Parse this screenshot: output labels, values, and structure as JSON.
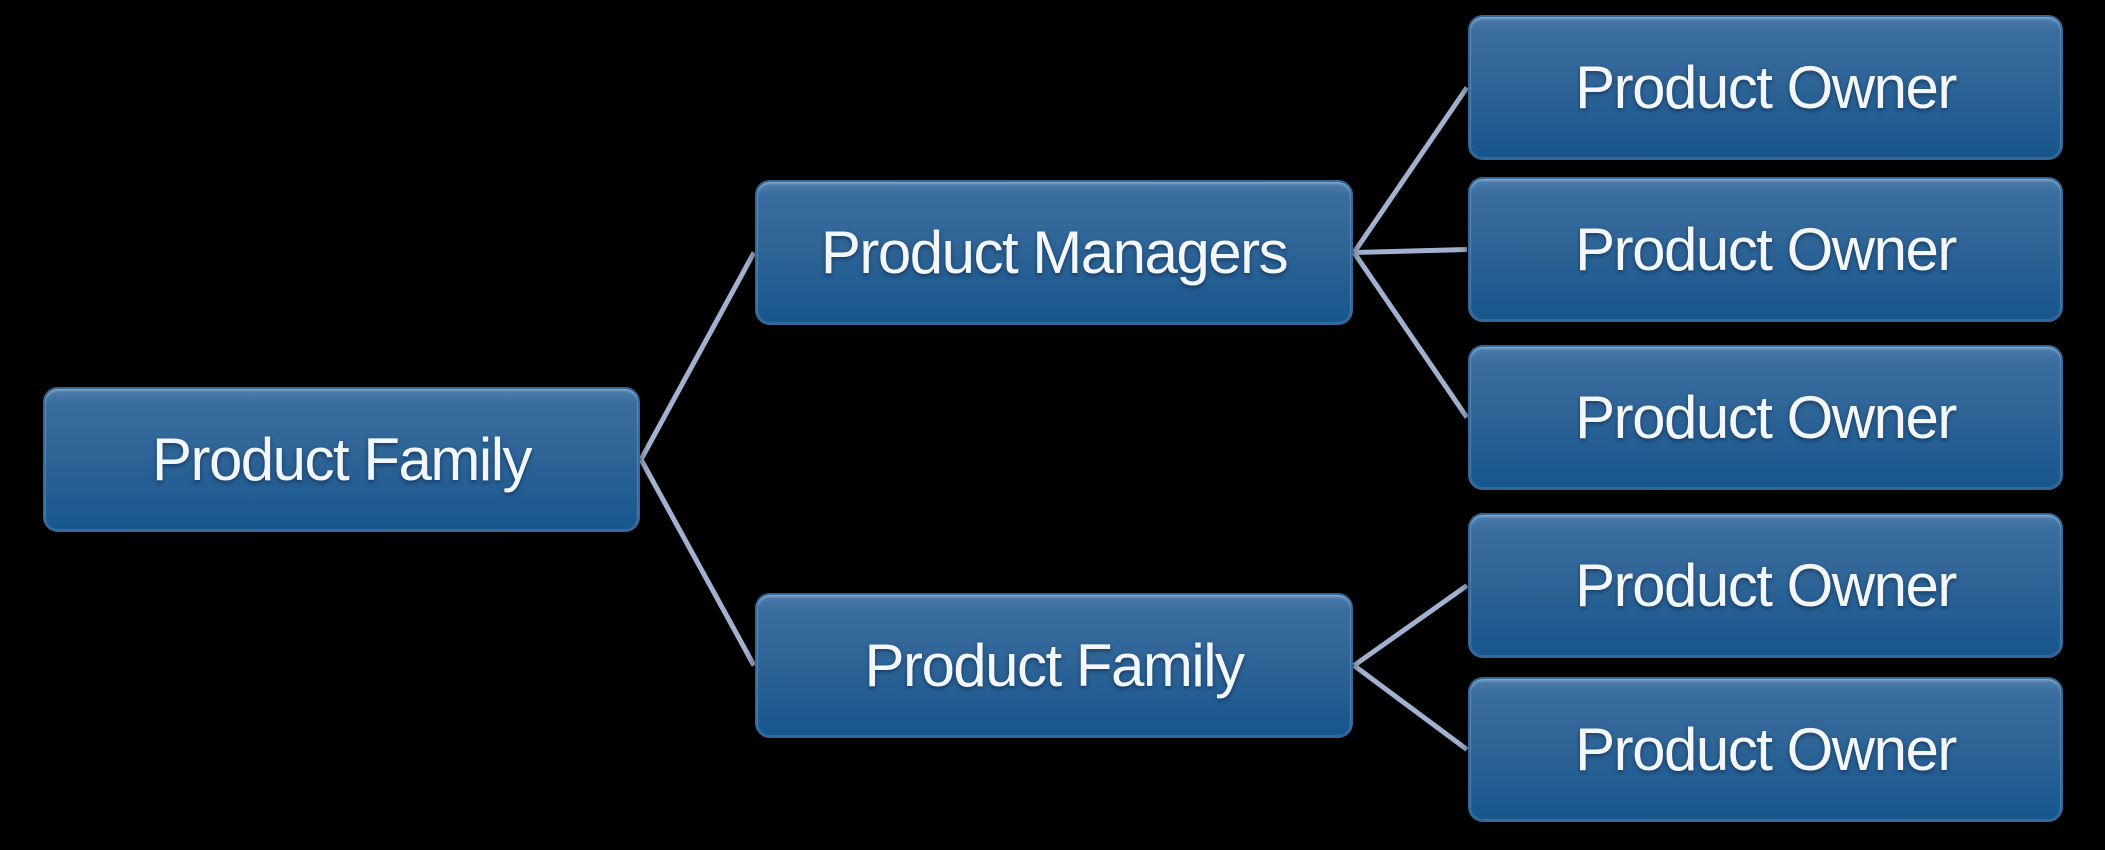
{
  "diagram": {
    "type": "org-tree",
    "background_color": "#000000",
    "node_fill_top": "#4d7dac",
    "node_fill_bottom": "#17568c",
    "node_border_color": "#34679a",
    "node_text_color": "#f4f7fa",
    "connector_color": "#a0b2cf",
    "nodes": [
      {
        "id": "root",
        "label": "Product Family",
        "level": 1
      },
      {
        "id": "pm",
        "label": "Product Managers",
        "level": 2
      },
      {
        "id": "pf2",
        "label": "Product Family",
        "level": 2
      },
      {
        "id": "po1",
        "label": "Product Owner",
        "level": 3
      },
      {
        "id": "po2",
        "label": "Product Owner",
        "level": 3
      },
      {
        "id": "po3",
        "label": "Product Owner",
        "level": 3
      },
      {
        "id": "po4",
        "label": "Product Owner",
        "level": 3
      },
      {
        "id": "po5",
        "label": "Product Owner",
        "level": 3
      }
    ],
    "edges": [
      [
        "root",
        "pm"
      ],
      [
        "root",
        "pf2"
      ],
      [
        "pm",
        "po1"
      ],
      [
        "pm",
        "po2"
      ],
      [
        "pm",
        "po3"
      ],
      [
        "pf2",
        "po4"
      ],
      [
        "pf2",
        "po5"
      ]
    ]
  }
}
